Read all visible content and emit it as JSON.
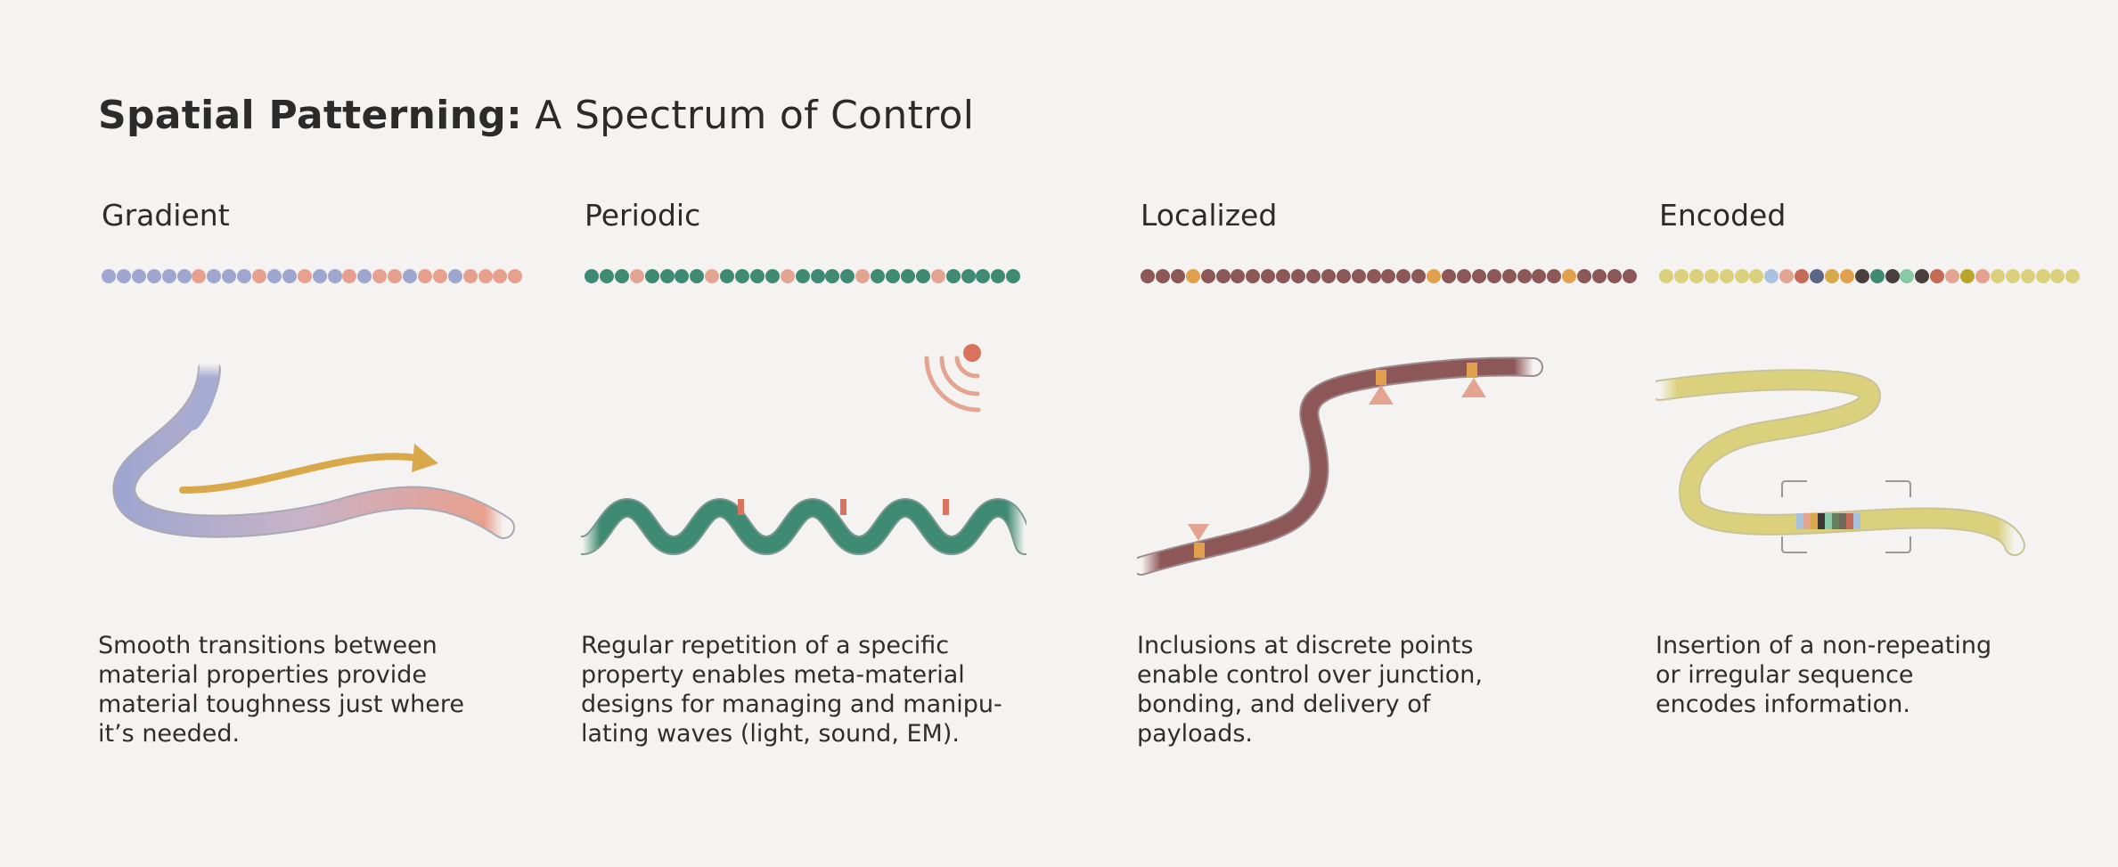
{
  "title": {
    "lead": "Spatial Patterning:",
    "rest": " A Spectrum of Control"
  },
  "colors": {
    "gradient_start": "#9fa6cf",
    "gradient_end": "#e8a08e",
    "arrow": "#d9a84a",
    "periodic_main": "#3f8a72",
    "periodic_accent": "#e3a592",
    "localized_main": "#8d5657",
    "localized_accent": "#e1a14c",
    "marker": "#e3a592",
    "encoded_main": "#dbd07c",
    "wave_source": "#d9735e"
  },
  "panels": [
    {
      "heading": "Gradient",
      "caption": "Smooth transitions between\nmaterial properties provide\nmaterial toughness just where\nit’s needed.",
      "bead_pattern": "bbbbbbpbbbpbbpbbpbppbppbpppp"
    },
    {
      "heading": "Periodic",
      "caption": "Regular repetition of a specific\nproperty enables meta-material\ndesigns for managing and manipu-\nlating waves (light, sound, EM).",
      "bead_pattern": "gggpggggpggggpggggpggggpggggg"
    },
    {
      "heading": "Localized",
      "caption": "Inclusions at discrete points\nenable control over junction,\nbonding, and delivery of\npayloads.",
      "bead_pattern": "mmmommmmmmmmmmmmmmmommmmmmmmommmm"
    },
    {
      "heading": "Encoded",
      "caption": "Insertion of a non-repeating\nor irregular sequence\nencodes information.",
      "bead_pattern": "yyyyyyyBPrlxokgknkrPfpyyyyyy"
    }
  ]
}
